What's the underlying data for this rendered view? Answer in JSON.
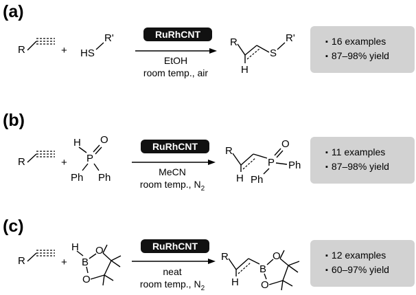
{
  "panels": [
    {
      "label": "(a)",
      "catalyst": "RuRhCNT",
      "conditions": [
        "EtOH",
        "room temp., air"
      ],
      "reactant1": {
        "substituent": "R"
      },
      "plus": "+",
      "reactant2": {
        "atoms": [
          "HS",
          "R'"
        ]
      },
      "product": {
        "atoms": [
          "R",
          "S",
          "R'",
          "H"
        ]
      },
      "results": [
        "16 examples",
        "87–98% yield"
      ]
    },
    {
      "label": "(b)",
      "catalyst": "RuRhCNT",
      "conditions": [
        "MeCN",
        "room temp., N",
        "2"
      ],
      "reactant1": {
        "substituent": "R"
      },
      "plus": "+",
      "reactant2": {
        "atoms": [
          "H",
          "P",
          "O",
          "Ph",
          "Ph"
        ]
      },
      "product": {
        "atoms": [
          "R",
          "P",
          "O",
          "Ph",
          "Ph",
          "H"
        ]
      },
      "results": [
        "11 examples",
        "87–98% yield"
      ]
    },
    {
      "label": "(c)",
      "catalyst": "RuRhCNT",
      "conditions": [
        "neat",
        "room temp., N",
        "2"
      ],
      "reactant1": {
        "substituent": "R"
      },
      "plus": "+",
      "reactant2": {
        "atoms": [
          "H",
          "B",
          "O",
          "O"
        ]
      },
      "product": {
        "atoms": [
          "R",
          "B",
          "O",
          "O",
          "H"
        ]
      },
      "results": [
        "12 examples",
        "60–97% yield"
      ]
    }
  ]
}
